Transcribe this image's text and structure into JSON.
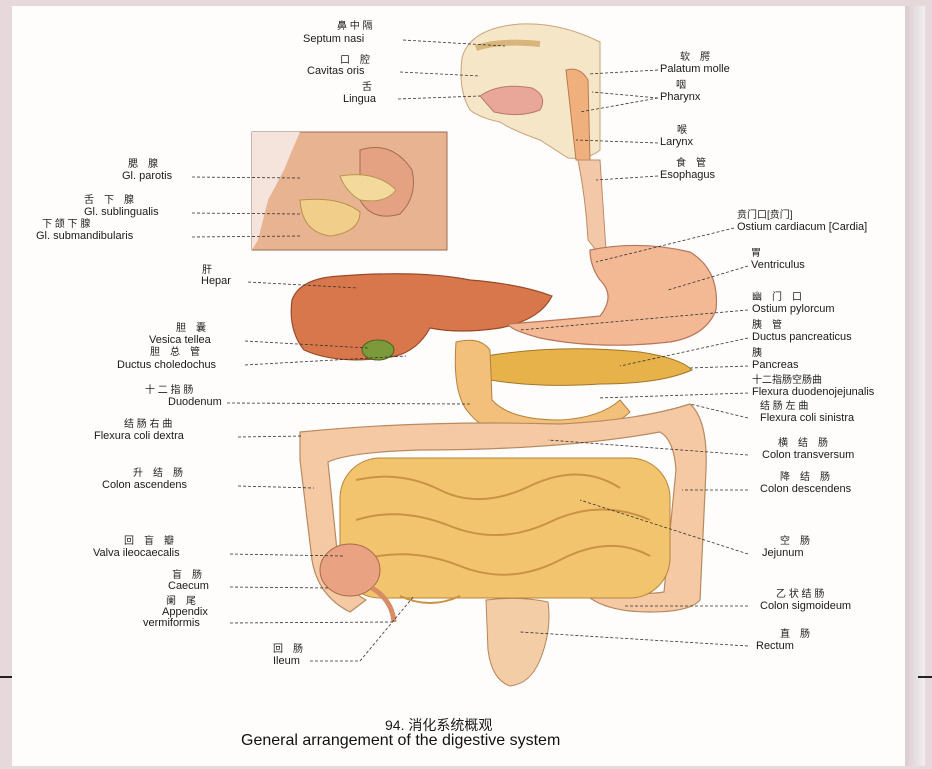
{
  "colors": {
    "background": "#e7d8dc",
    "page": "#fefdfb",
    "intestine": "#f2c46e",
    "colon": "#f4c9a3",
    "stomach": "#f3b995",
    "liver": "#d8764a",
    "gallbladder": "#7c9a3a",
    "pancreas": "#e8b24a"
  },
  "labels": [
    {
      "zh": "鼻 中 隔",
      "la": "Septum nasi"
    },
    {
      "zh": "口　腔",
      "la": "Cavitas oris"
    },
    {
      "zh": "舌",
      "la": "Lingua"
    },
    {
      "zh": "软　腭",
      "la": "Palatum molle"
    },
    {
      "zh": "咽",
      "la": "Pharynx"
    },
    {
      "zh": "喉",
      "la": "Larynx"
    },
    {
      "zh": "食　管",
      "la": "Esophagus"
    },
    {
      "zh": "腮　腺",
      "la": "Gl. parotis"
    },
    {
      "zh": "舌　下　腺",
      "la": "Gl. sublingualis"
    },
    {
      "zh": "下 颌 下 腺",
      "la": "Gl. submandibularis"
    },
    {
      "zh": "贲门口[贲门]",
      "la": "Ostium cardiacum [Cardia]"
    },
    {
      "zh": "胃",
      "la": "Ventriculus"
    },
    {
      "zh": "肝",
      "la": "Hepar"
    },
    {
      "zh": "幽　门　口",
      "la": "Ostium pylorcum"
    },
    {
      "zh": "胰　管",
      "la": "Ductus pancreaticus"
    },
    {
      "zh": "胆　囊",
      "la": "Vesica tellea"
    },
    {
      "zh": "胆　总　管",
      "la": "Ductus choledochus"
    },
    {
      "zh": "胰",
      "la": "Pancreas"
    },
    {
      "zh": "十 二 指 肠",
      "la": "Duodenum"
    },
    {
      "zh": "十二指肠空肠曲",
      "la": "Flexura duodenojejunalis"
    },
    {
      "zh": "结 肠 左 曲",
      "la": "Flexura coli sinistra"
    },
    {
      "zh": "结 肠 右 曲",
      "la": "Flexura coli dextra"
    },
    {
      "zh": "横　结　肠",
      "la": "Colon transversum"
    },
    {
      "zh": "升　结　肠",
      "la": "Colon ascendens"
    },
    {
      "zh": "降　结　肠",
      "la": "Colon descendens"
    },
    {
      "zh": "回　盲　瓣",
      "la": "Valva ileocaecalis"
    },
    {
      "zh": "空　肠",
      "la": "Jejunum"
    },
    {
      "zh": "盲　肠",
      "la": "Caecum"
    },
    {
      "zh": "阑　尾",
      "la": "Appendix"
    },
    {
      "zh": "",
      "la": "vermiformis"
    },
    {
      "zh": "乙 状 结 肠",
      "la": "Colon sigmoideum"
    },
    {
      "zh": "直　肠",
      "la": "Rectum"
    },
    {
      "zh": "回　肠",
      "la": "Ileum"
    }
  ],
  "caption": {
    "number": "94. 消化系统概观",
    "title": "General arrangement of the digestive system"
  }
}
